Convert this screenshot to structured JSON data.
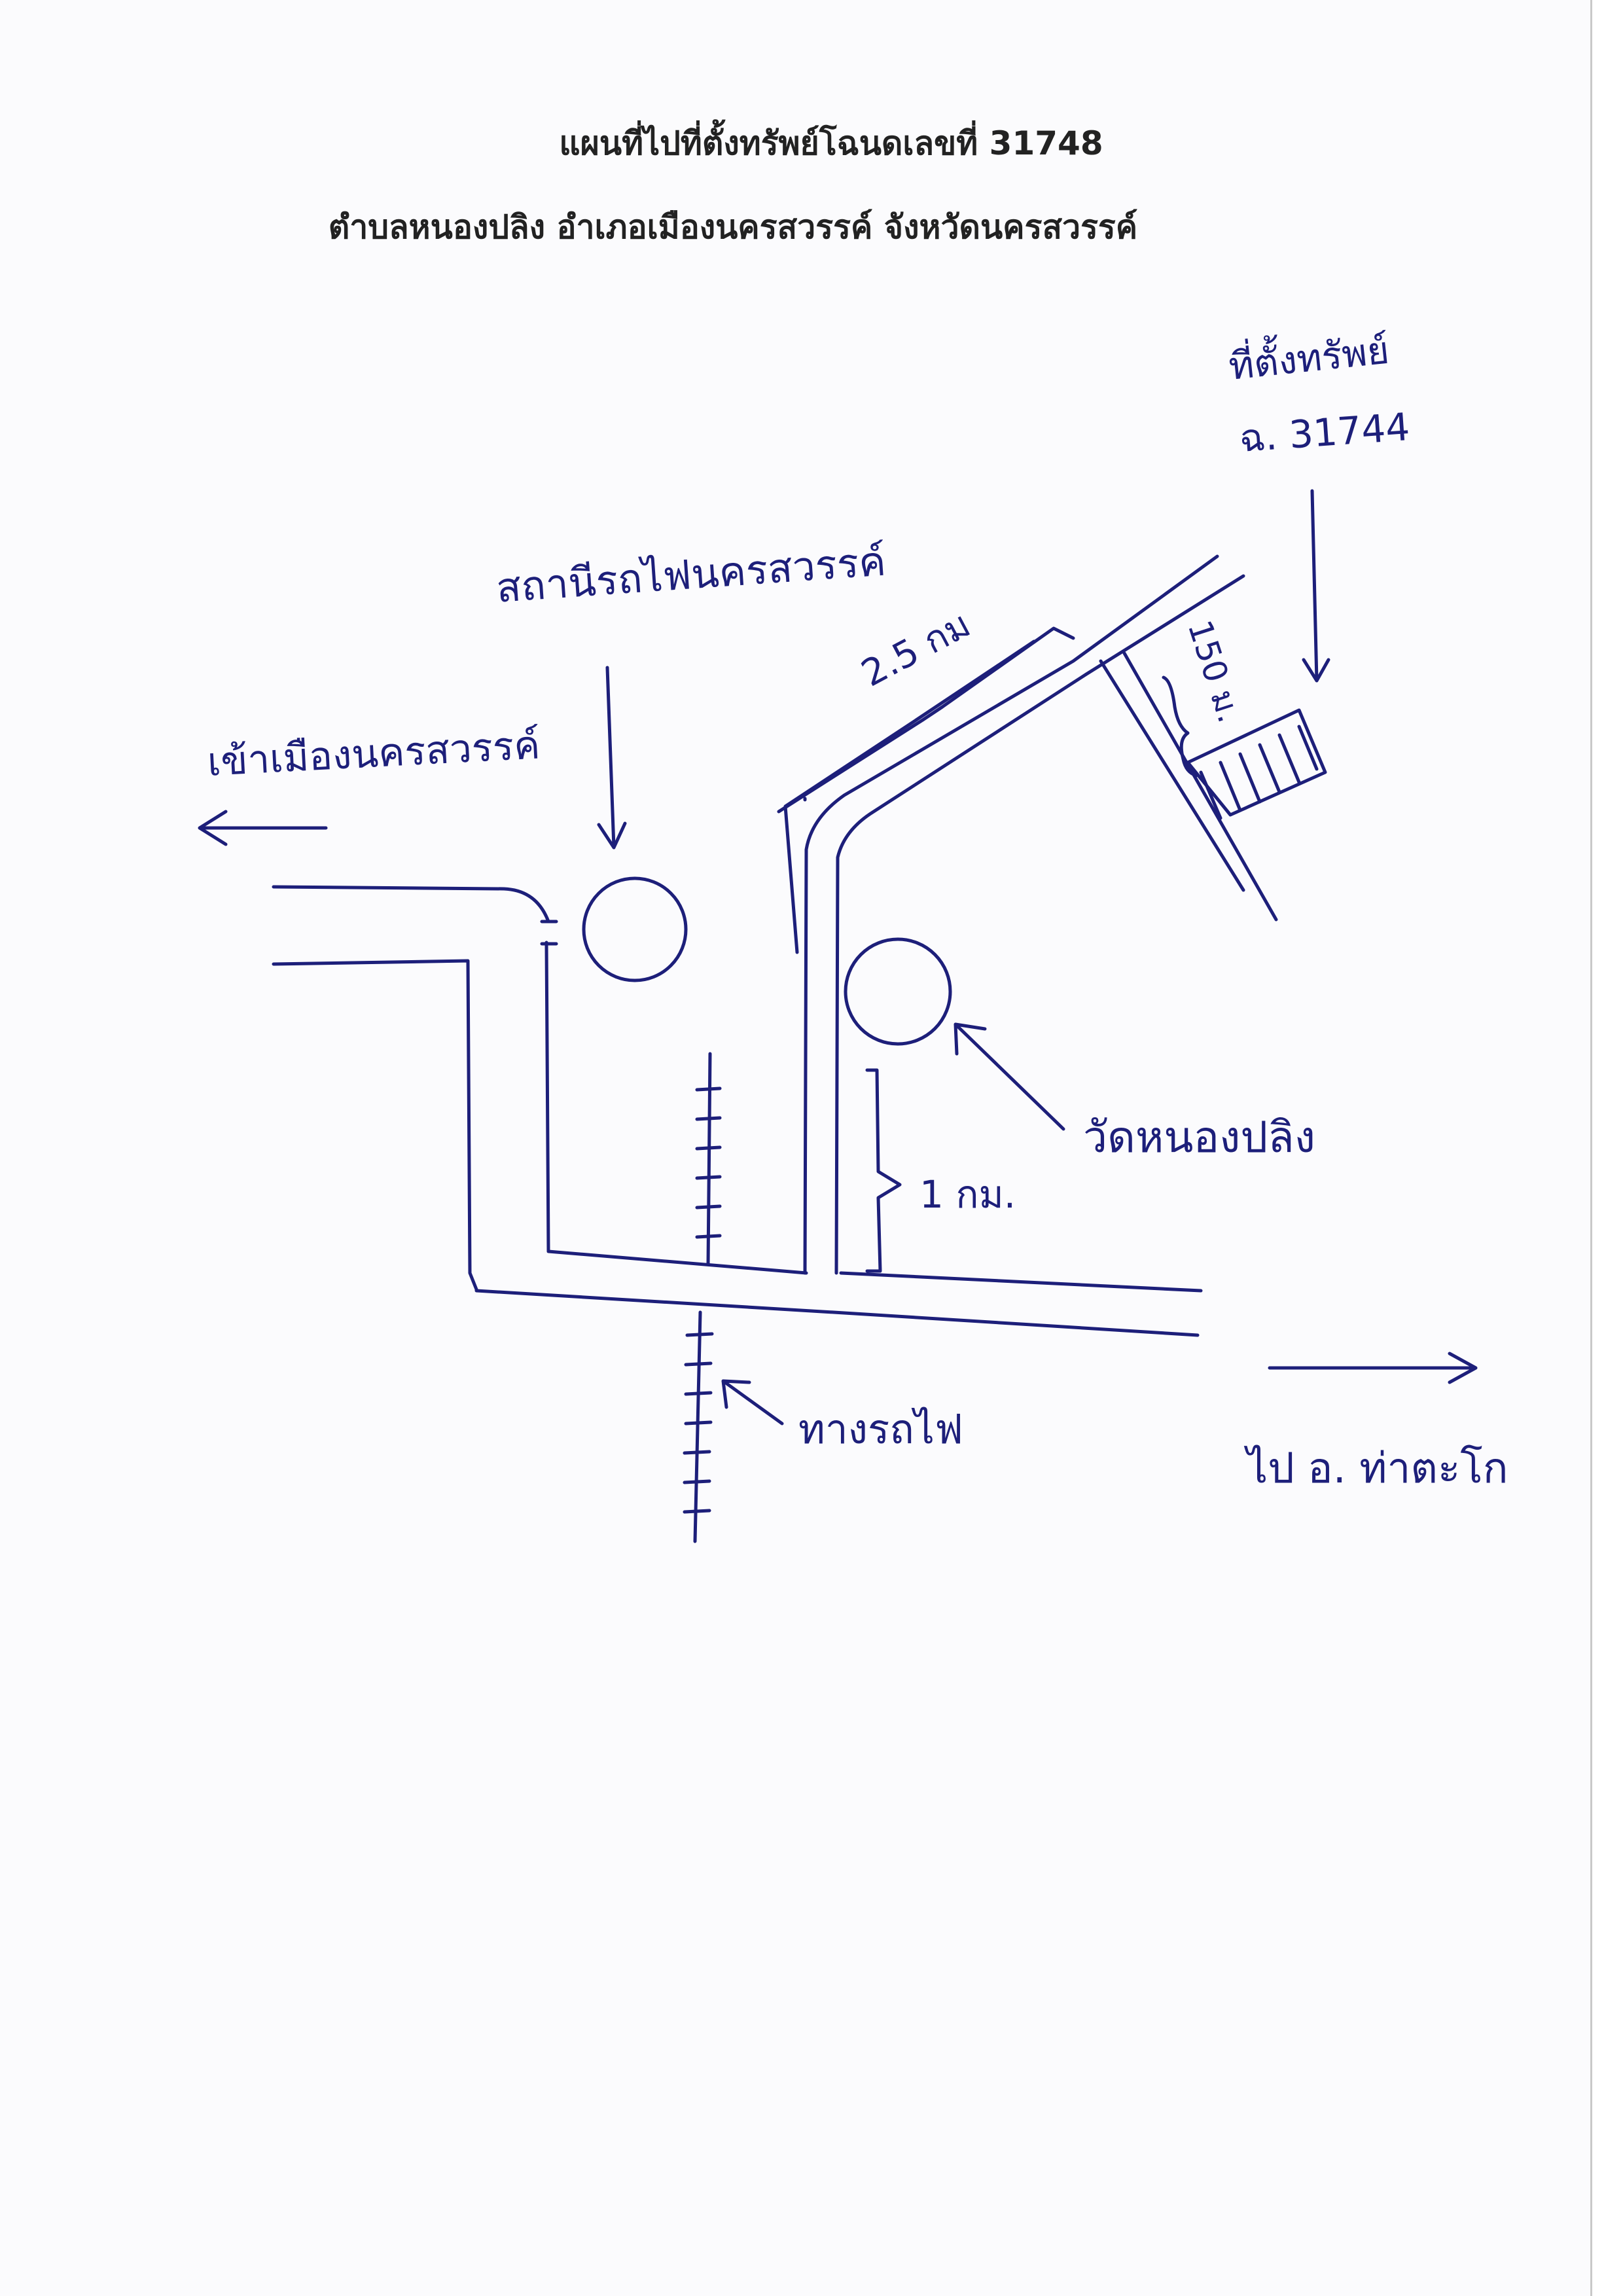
{
  "document": {
    "title_line_1": "แผนที่ไปที่ตั้งทรัพย์โฉนดเลขที่ 31748",
    "title_line_2": "ตำบลหนองปลิง อำเภอเมืองนครสวรรค์  จังหวัดนครสวรรค์"
  },
  "annotations": {
    "property_label": "ที่ตั้งทรัพย์",
    "deed_number": "ฉ. 31744",
    "station_label": "สถานีรถไฟนครสวรรค์",
    "to_city_label": "เข้าเมืองนครสวรรค์",
    "distance_long": "2.5 กม",
    "distance_short": "150 ม.",
    "distance_1km": "1 กม.",
    "temple_label": "วัดหนองปลิง",
    "railway_label": "ทางรถไฟ",
    "to_takhli_label": "ไป อ. ท่าตะโก"
  },
  "colors": {
    "ink": "#1d1f7a",
    "print": "#222222",
    "paper": "#fbfbfd"
  }
}
